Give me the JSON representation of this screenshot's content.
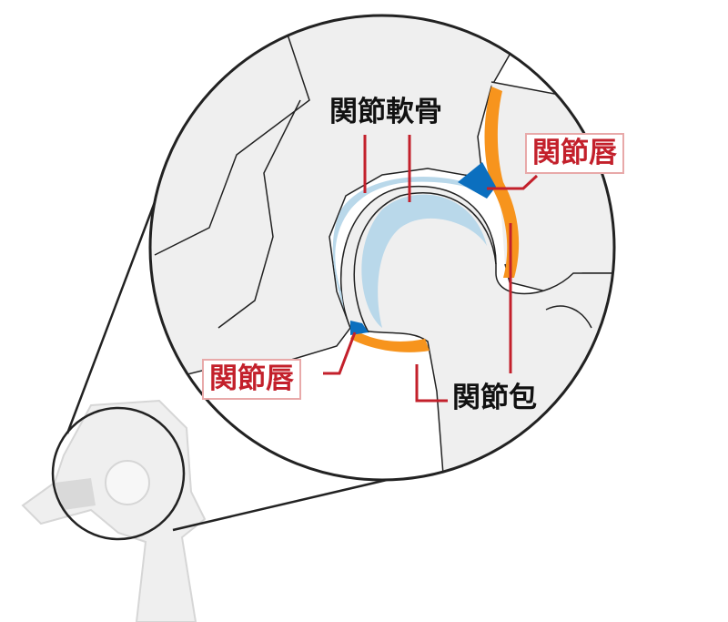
{
  "labels": {
    "cartilage": "関節軟骨",
    "labrum_top": "関節唇",
    "labrum_bottom": "関節唇",
    "capsule": "関節包"
  },
  "colors": {
    "bone": "#efefef",
    "cartilage": "#b9d8ea",
    "labrum": "#0b6fbf",
    "capsule": "#f7941d",
    "leader": "#c3202b"
  }
}
